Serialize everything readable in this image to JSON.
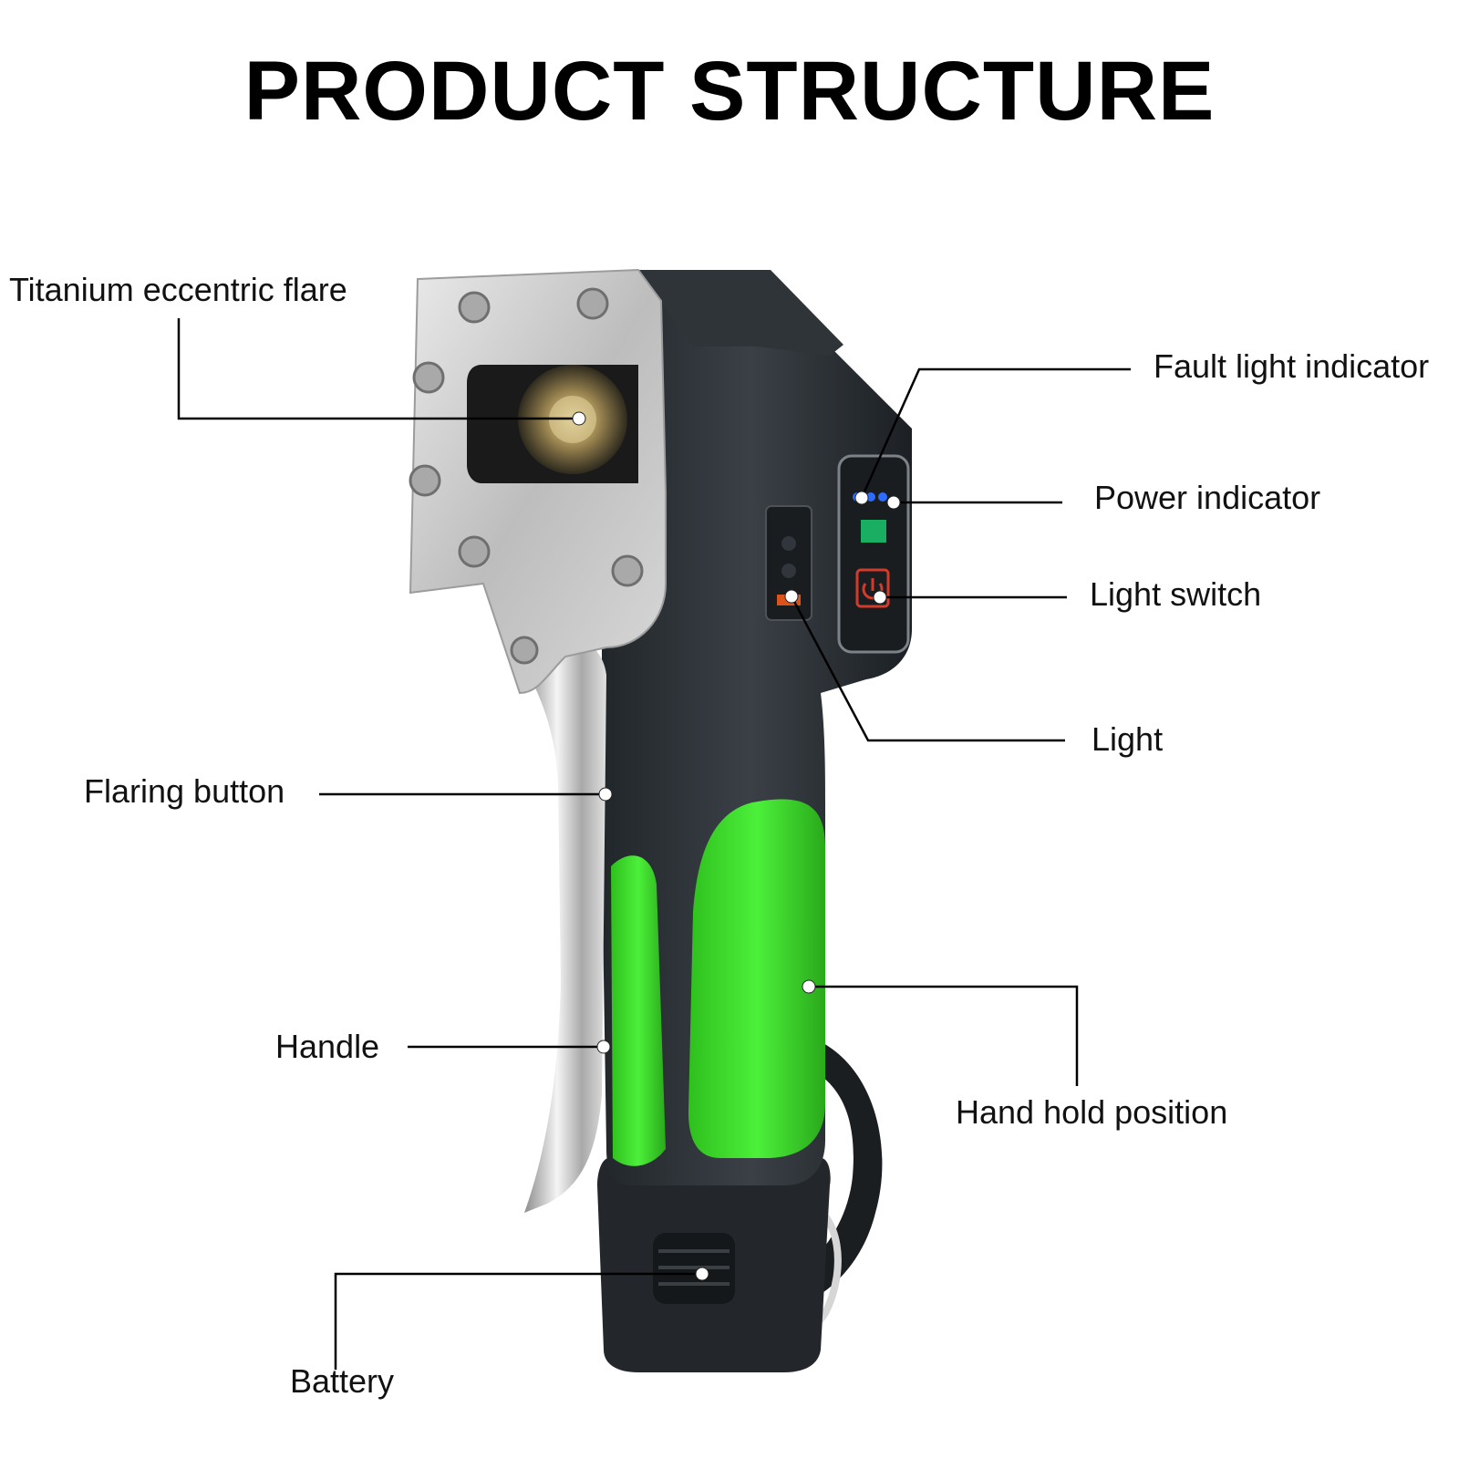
{
  "title": "PRODUCT STRUCTURE",
  "labels": {
    "flare": "Titanium eccentric flare",
    "fault": "Fault light indicator",
    "power": "Power indicator",
    "switch": "Light switch",
    "light": "Light",
    "flaring": "Flaring button",
    "handle": "Handle",
    "handhold": "Hand hold position",
    "battery": "Battery"
  },
  "colors": {
    "body": "#2b3035",
    "grip_green": "#3ddc2a",
    "metal": "#c9c9c9",
    "chrome": "#e6e6e6"
  }
}
